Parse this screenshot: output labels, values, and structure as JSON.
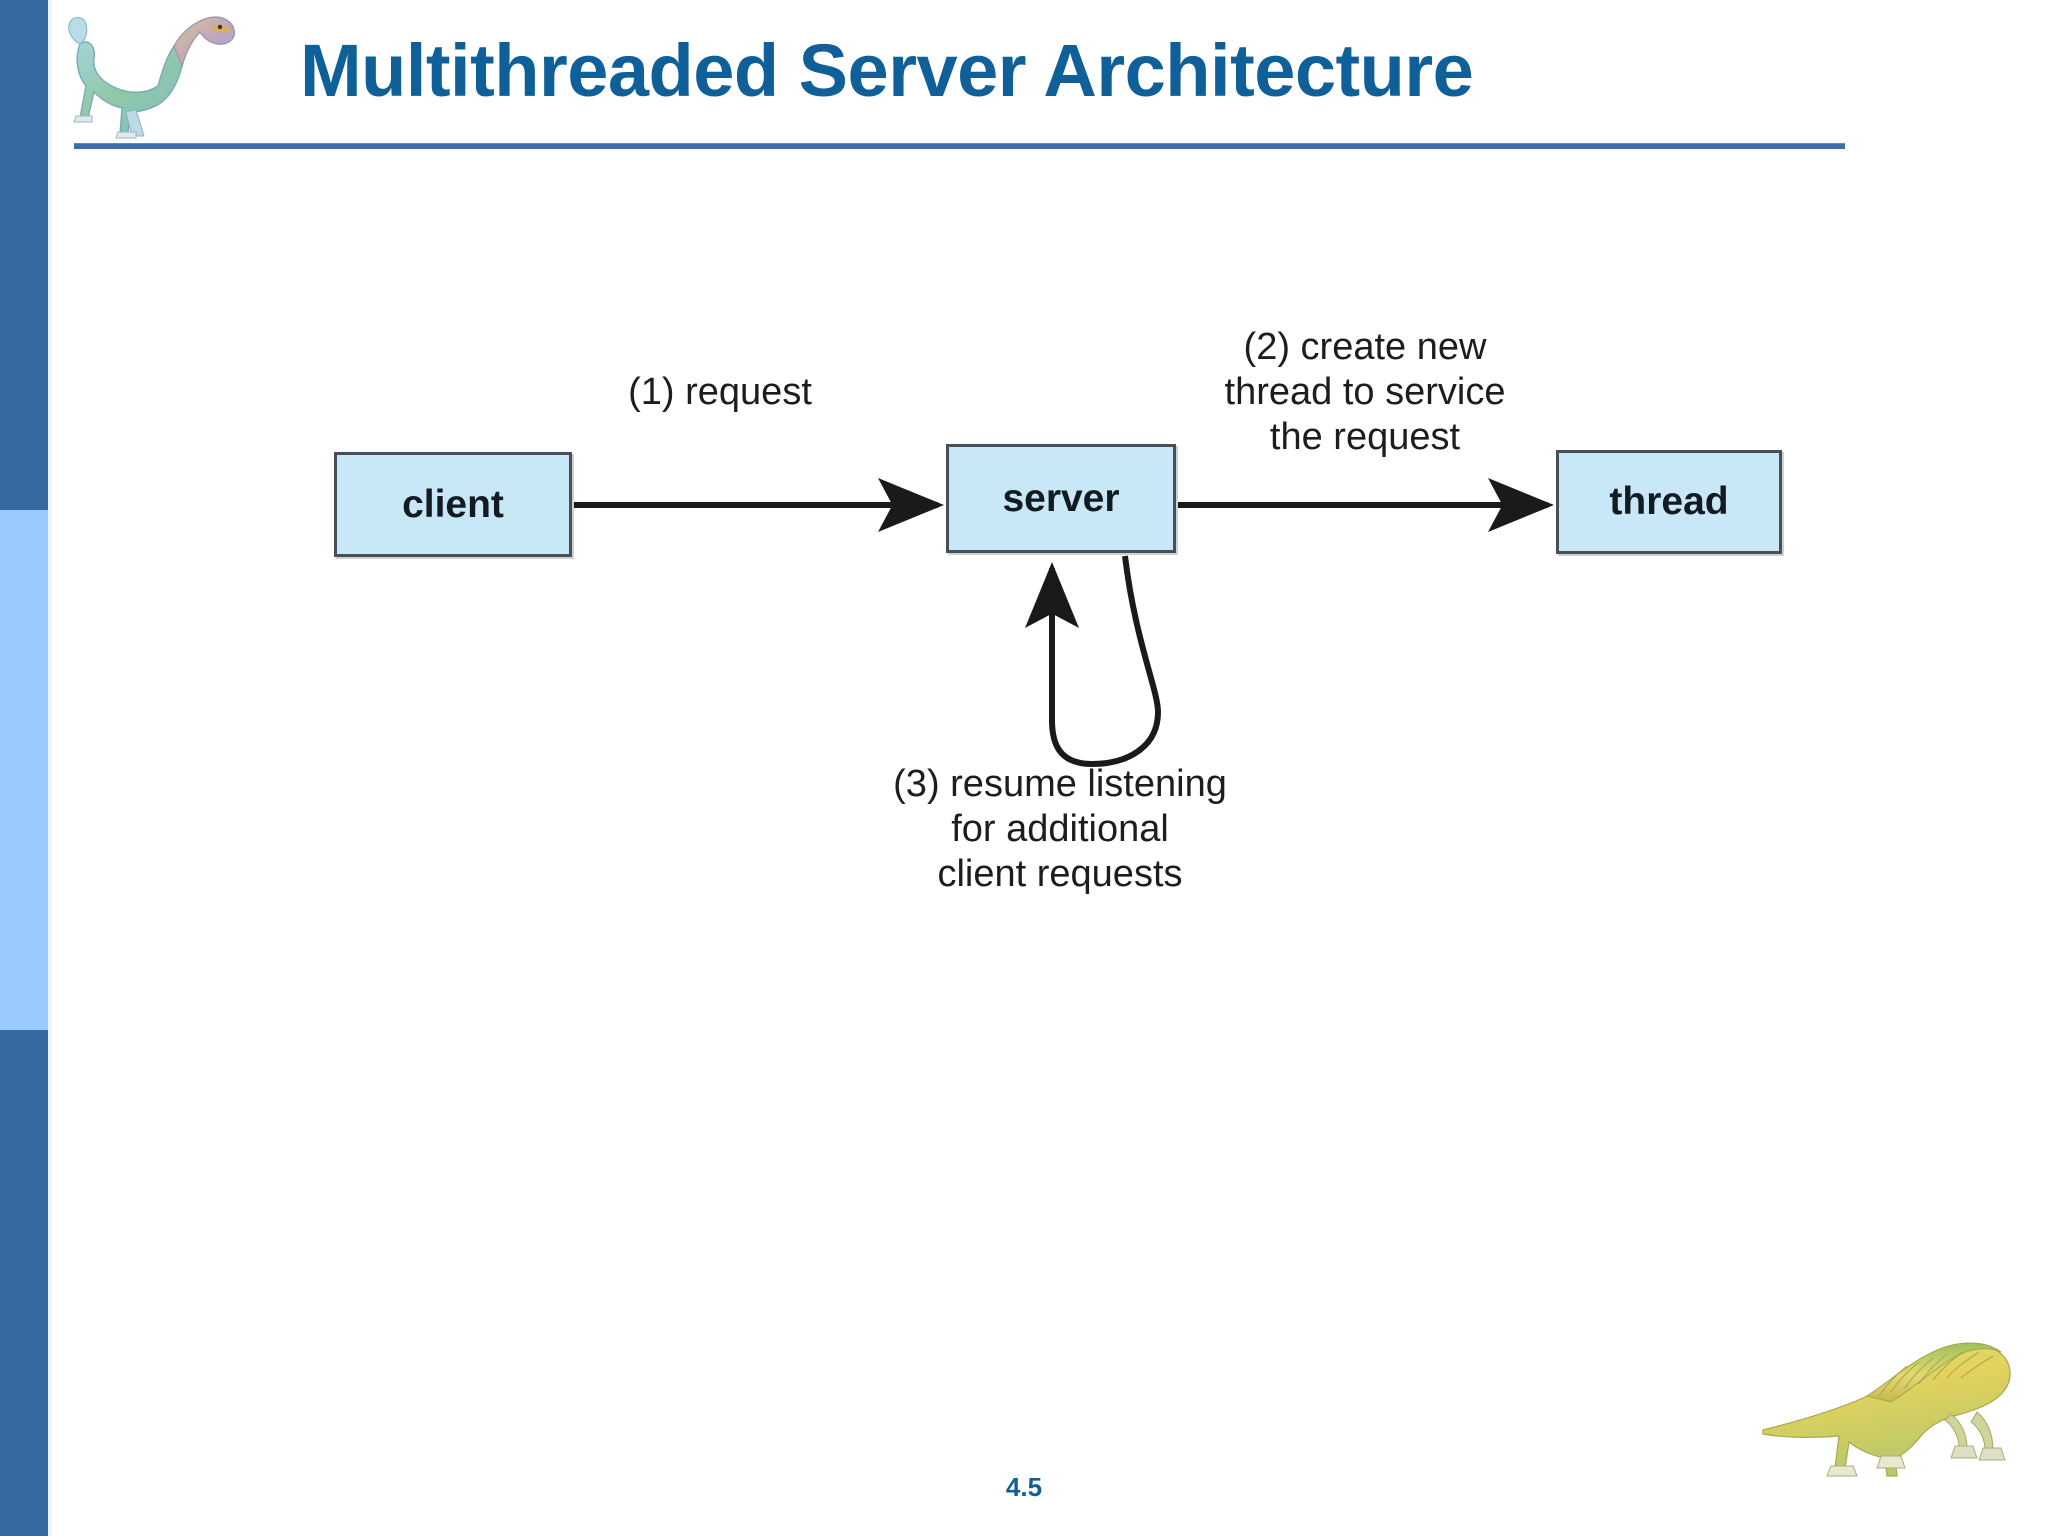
{
  "slide": {
    "title": "Multithreaded Server Architecture",
    "page_number": "4.5",
    "title_color": "#0f6098",
    "accent_dark": "#36699f",
    "accent_light": "#9bcbfc",
    "node_fill": "#c9e8f7",
    "node_border": "#4a4f57"
  },
  "diagram": {
    "nodes": [
      {
        "id": "client",
        "label": "client"
      },
      {
        "id": "server",
        "label": "server"
      },
      {
        "id": "thread",
        "label": "thread"
      }
    ],
    "captions": {
      "step1": "(1) request",
      "step2": "(2) create new\nthread to service\nthe request",
      "step3": "(3) resume listening\nfor additional\nclient requests"
    }
  },
  "graphics": {
    "header_logo": "dinosaur-icon",
    "footer_logo": "dinosaur-icon"
  }
}
